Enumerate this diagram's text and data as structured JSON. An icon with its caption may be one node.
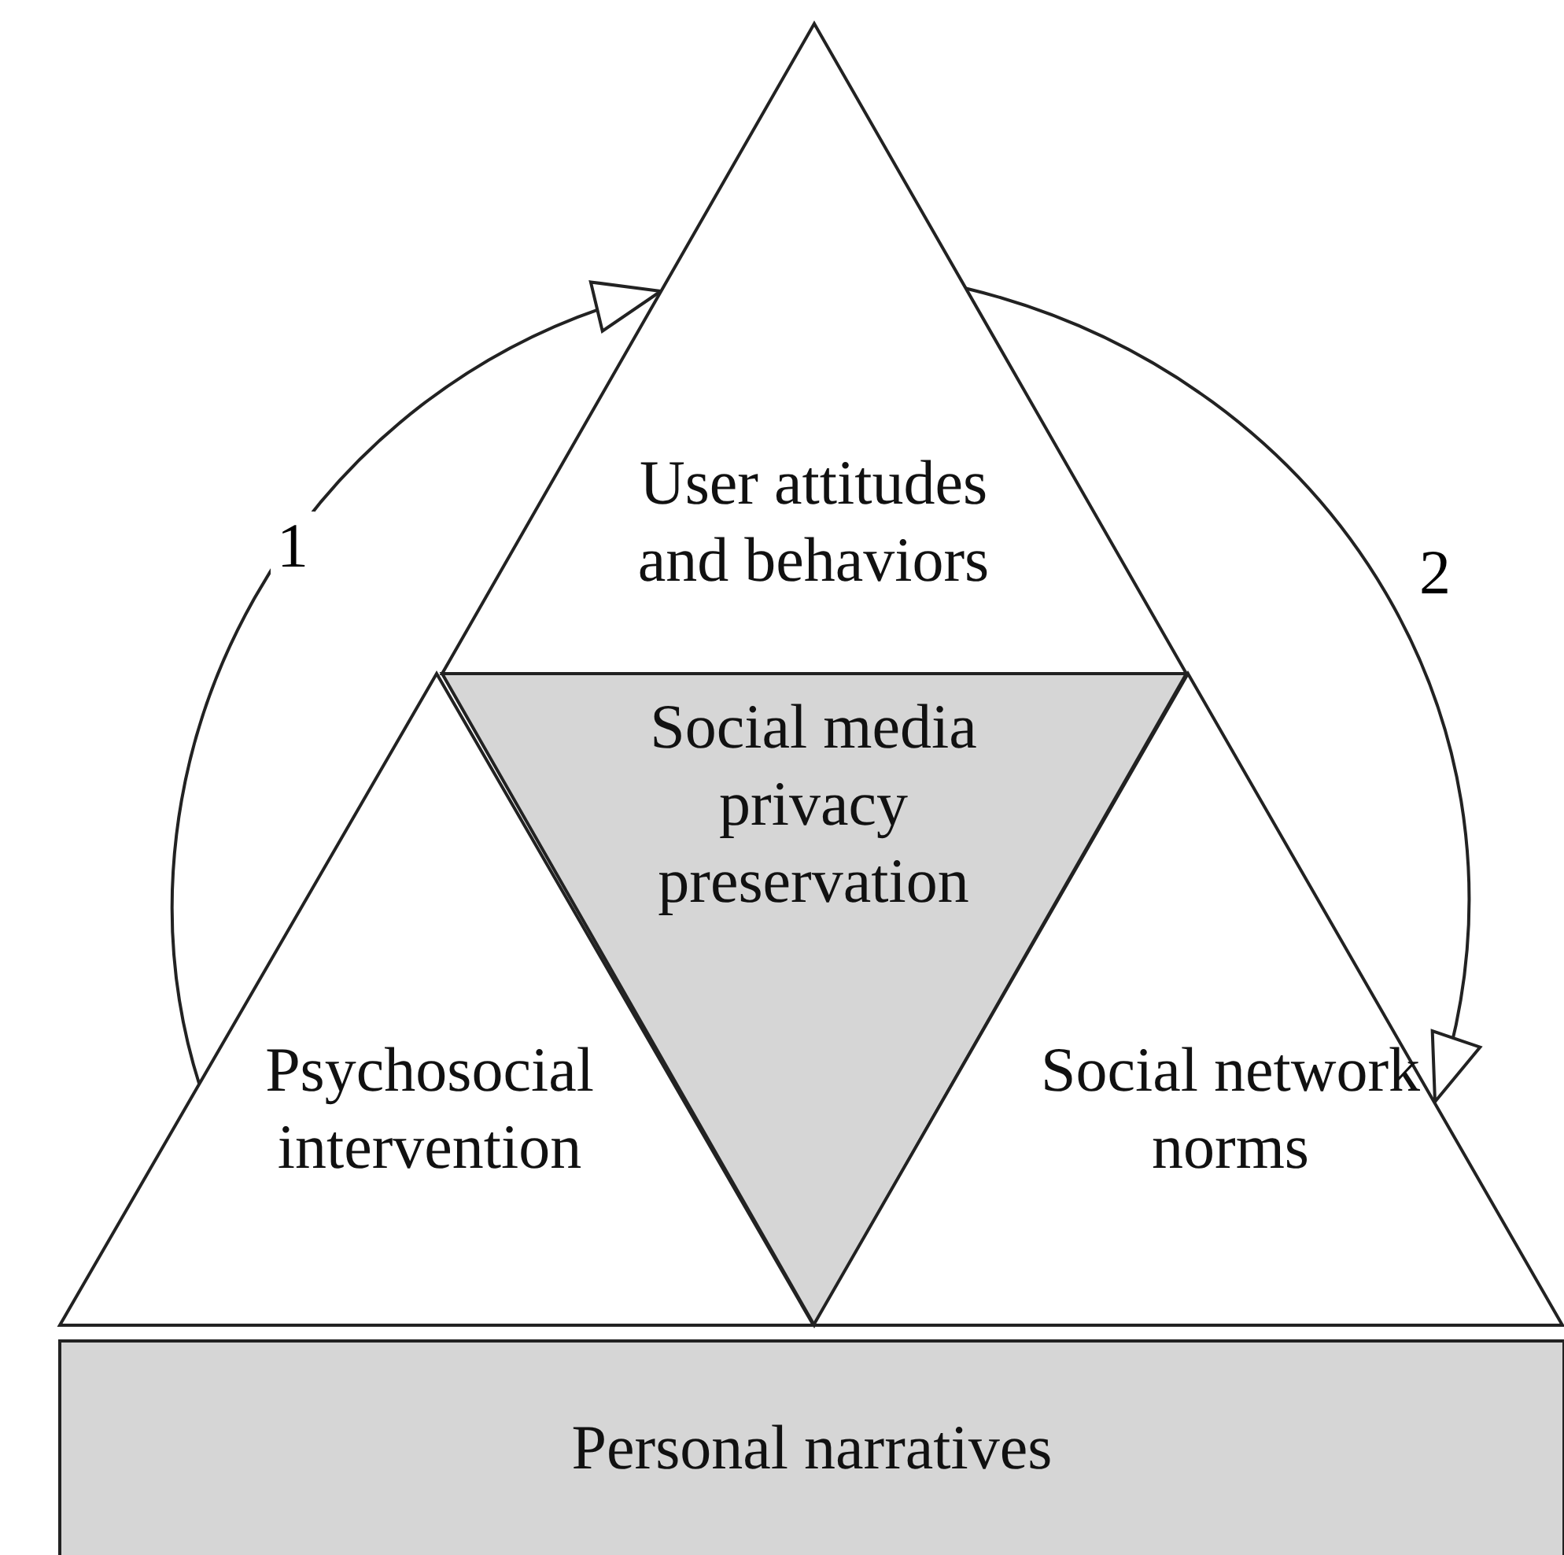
{
  "diagram": {
    "nodes": [
      {
        "text": [
          "User attitudes and behaviors"
        ]
      },
      {
        "text": [
          "Social media privacy preservation"
        ]
      },
      {
        "text": [
          "Psychosocial intervention"
        ]
      },
      {
        "text": [
          "Social network norms"
        ]
      },
      {
        "text": [
          "Personal narratives"
        ]
      }
    ],
    "edges": [
      {
        "from": 2,
        "to": 0,
        "arrow": "to",
        "label": "1"
      },
      {
        "from": 0,
        "to": 3,
        "arrow": "to",
        "label": "2"
      }
    ]
  }
}
